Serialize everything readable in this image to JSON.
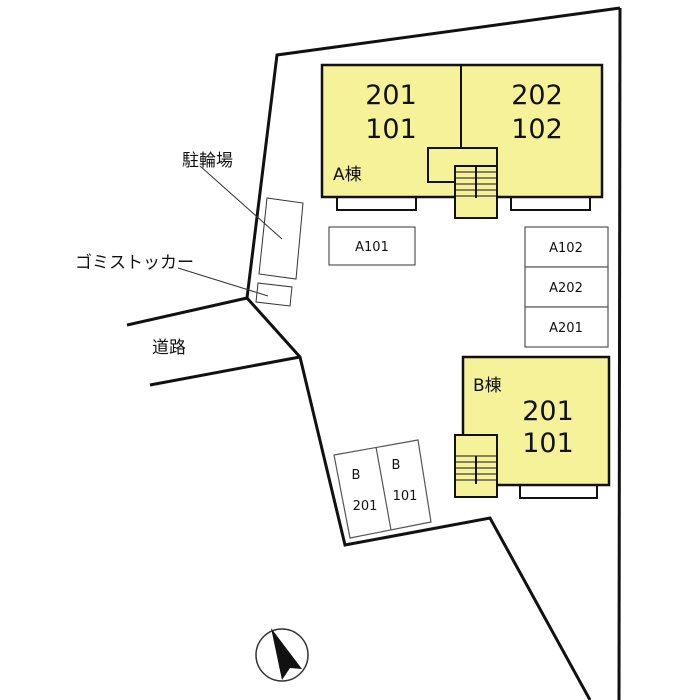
{
  "colors": {
    "building_fill": "#f6f29a",
    "line": "#111111",
    "background": "#ffffff"
  },
  "building_a": {
    "label": "A棟",
    "unit_left": {
      "upper": "201",
      "lower": "101"
    },
    "unit_right": {
      "upper": "202",
      "lower": "102"
    }
  },
  "building_b": {
    "label": "B棟",
    "unit": {
      "upper": "201",
      "lower": "101"
    }
  },
  "parking_a": [
    "A101",
    "A102",
    "A202",
    "A201"
  ],
  "parking_b": [
    {
      "building": "B",
      "unit": "201"
    },
    {
      "building": "B",
      "unit": "101"
    }
  ],
  "labels": {
    "bicycle_parking": "駐輪場",
    "garbage_stocker": "ゴミストッカー",
    "road": "道路"
  },
  "compass": {
    "icon": "north-arrow-icon"
  }
}
